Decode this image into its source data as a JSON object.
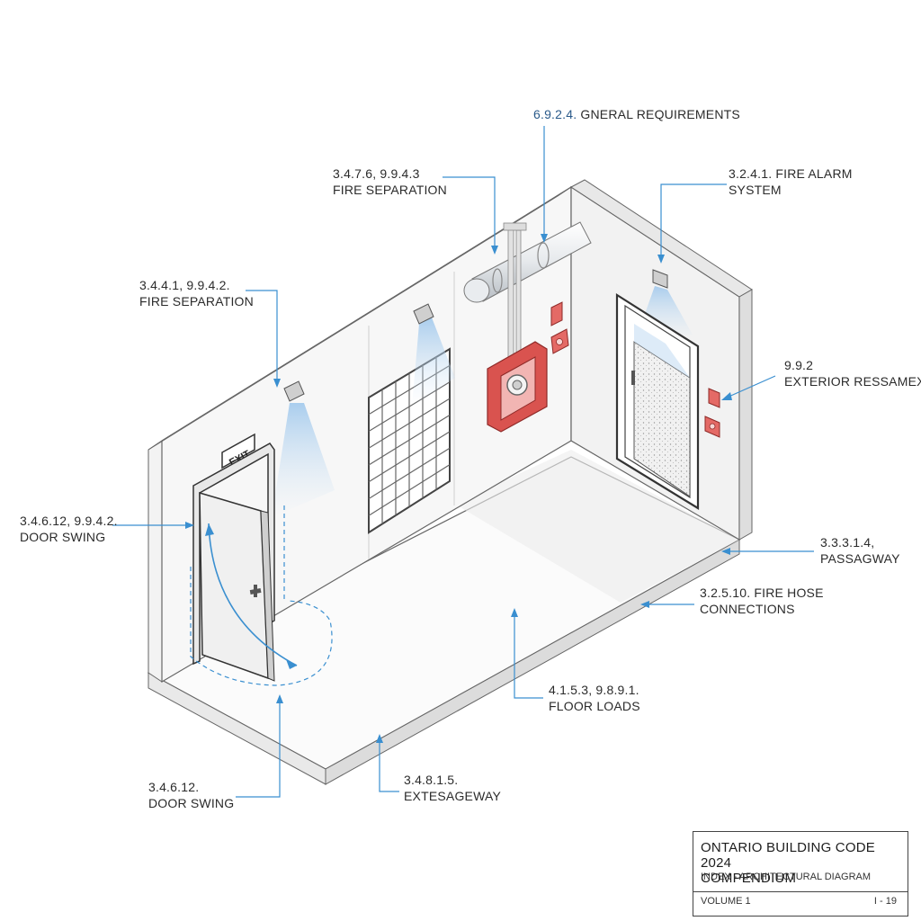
{
  "callouts": {
    "general_requirements": {
      "code": "6.9.2.4.",
      "text": "GNERAL REQUIREMENTS"
    },
    "fire_separation_top": {
      "code": "3.4.7.6, 9.9.4.3",
      "text": "FIRE SEPARATION"
    },
    "fire_alarm": {
      "code": "3.2.4.1. FIRE ALARM",
      "text": "SYSTEM"
    },
    "fire_separation_left": {
      "code": "3.4.4.1, 9.9.4.2.",
      "text": "FIRE SEPARATION"
    },
    "exterior": {
      "code": "9.9.2",
      "text": "EXTERIOR RESSAMEXY"
    },
    "door_swing_left": {
      "code": "3.4.6.12, 9.9.4.2.",
      "text": "DOOR SWING"
    },
    "passageway": {
      "code": "3.3.3.1.4,",
      "text": "PASSAGWAY"
    },
    "fire_hose": {
      "code": "3.2.5.10. FIRE HOSE",
      "text": "CONNECTIONS"
    },
    "floor_loads": {
      "code": "4.1.5.3, 9.8.9.1.",
      "text": "FLOOR LOADS"
    },
    "door_swing_bottom": {
      "code": "3.4.6.12.",
      "text": "DOOR SWING"
    },
    "extesageway": {
      "code": "3.4.8.1.5.",
      "text": "EXTESAGEWAY"
    }
  },
  "exit_sign": "EXIT",
  "title_block": {
    "title_line1": "ONTARIO BUILDING CODE 2024",
    "title_line2": "COMPENDIUM",
    "subtitle": "INDEX - ARCHITECTURAL DIAGRAM",
    "volume": "VOLUME 1",
    "page": "I - 19"
  },
  "colors": {
    "leader": "#3a8fd0",
    "fire_red": "#d9534f",
    "wall_line": "#555555",
    "light_cone": "#a9cdee"
  }
}
